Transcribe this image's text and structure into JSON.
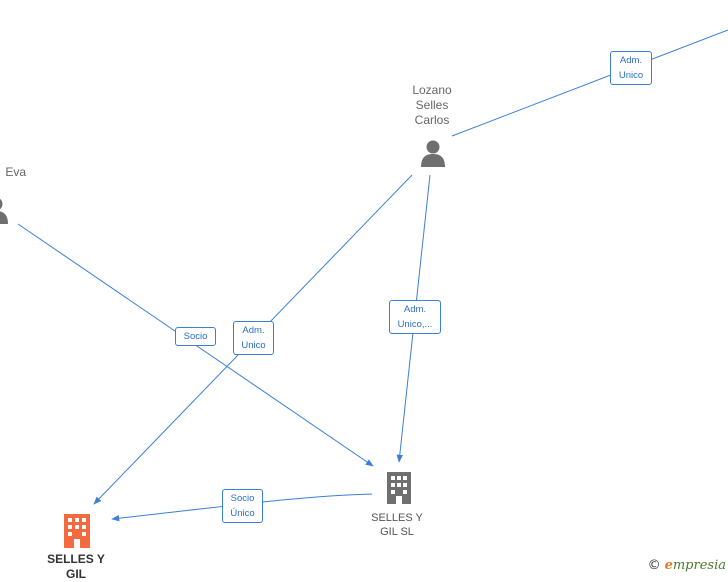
{
  "nodes": {
    "lozano": {
      "label_lines": [
        "Lozano",
        "Selles",
        "Carlos"
      ],
      "kind": "person",
      "icon": "person-icon"
    },
    "eva": {
      "label_lines": [
        "Eva"
      ],
      "kind": "person",
      "icon": "person-icon"
    },
    "selles_gil_sl": {
      "label_lines": [
        "SELLES Y",
        "GIL SL"
      ],
      "kind": "company",
      "icon": "building-icon"
    },
    "selles_gil_main": {
      "label_lines": [
        "SELLES Y",
        "GIL"
      ],
      "kind": "company-main",
      "icon": "building-icon"
    }
  },
  "edges": {
    "adm_unico_top": [
      "Adm.",
      "Unico"
    ],
    "adm_unico_left": [
      "Adm.",
      "Unico"
    ],
    "adm_unico_mid": [
      "Adm.",
      "Unico,..."
    ],
    "socio": [
      "Socio"
    ],
    "socio_unico": [
      "Socio",
      "Único"
    ]
  },
  "colors": {
    "edge": "#3b7fd6",
    "person": "#6f6f6f",
    "company": "#6f6f6f",
    "company_main": "#f26a3d"
  },
  "brand": {
    "copyright": "©",
    "name_initial": "e",
    "name_rest": "mpresia"
  }
}
